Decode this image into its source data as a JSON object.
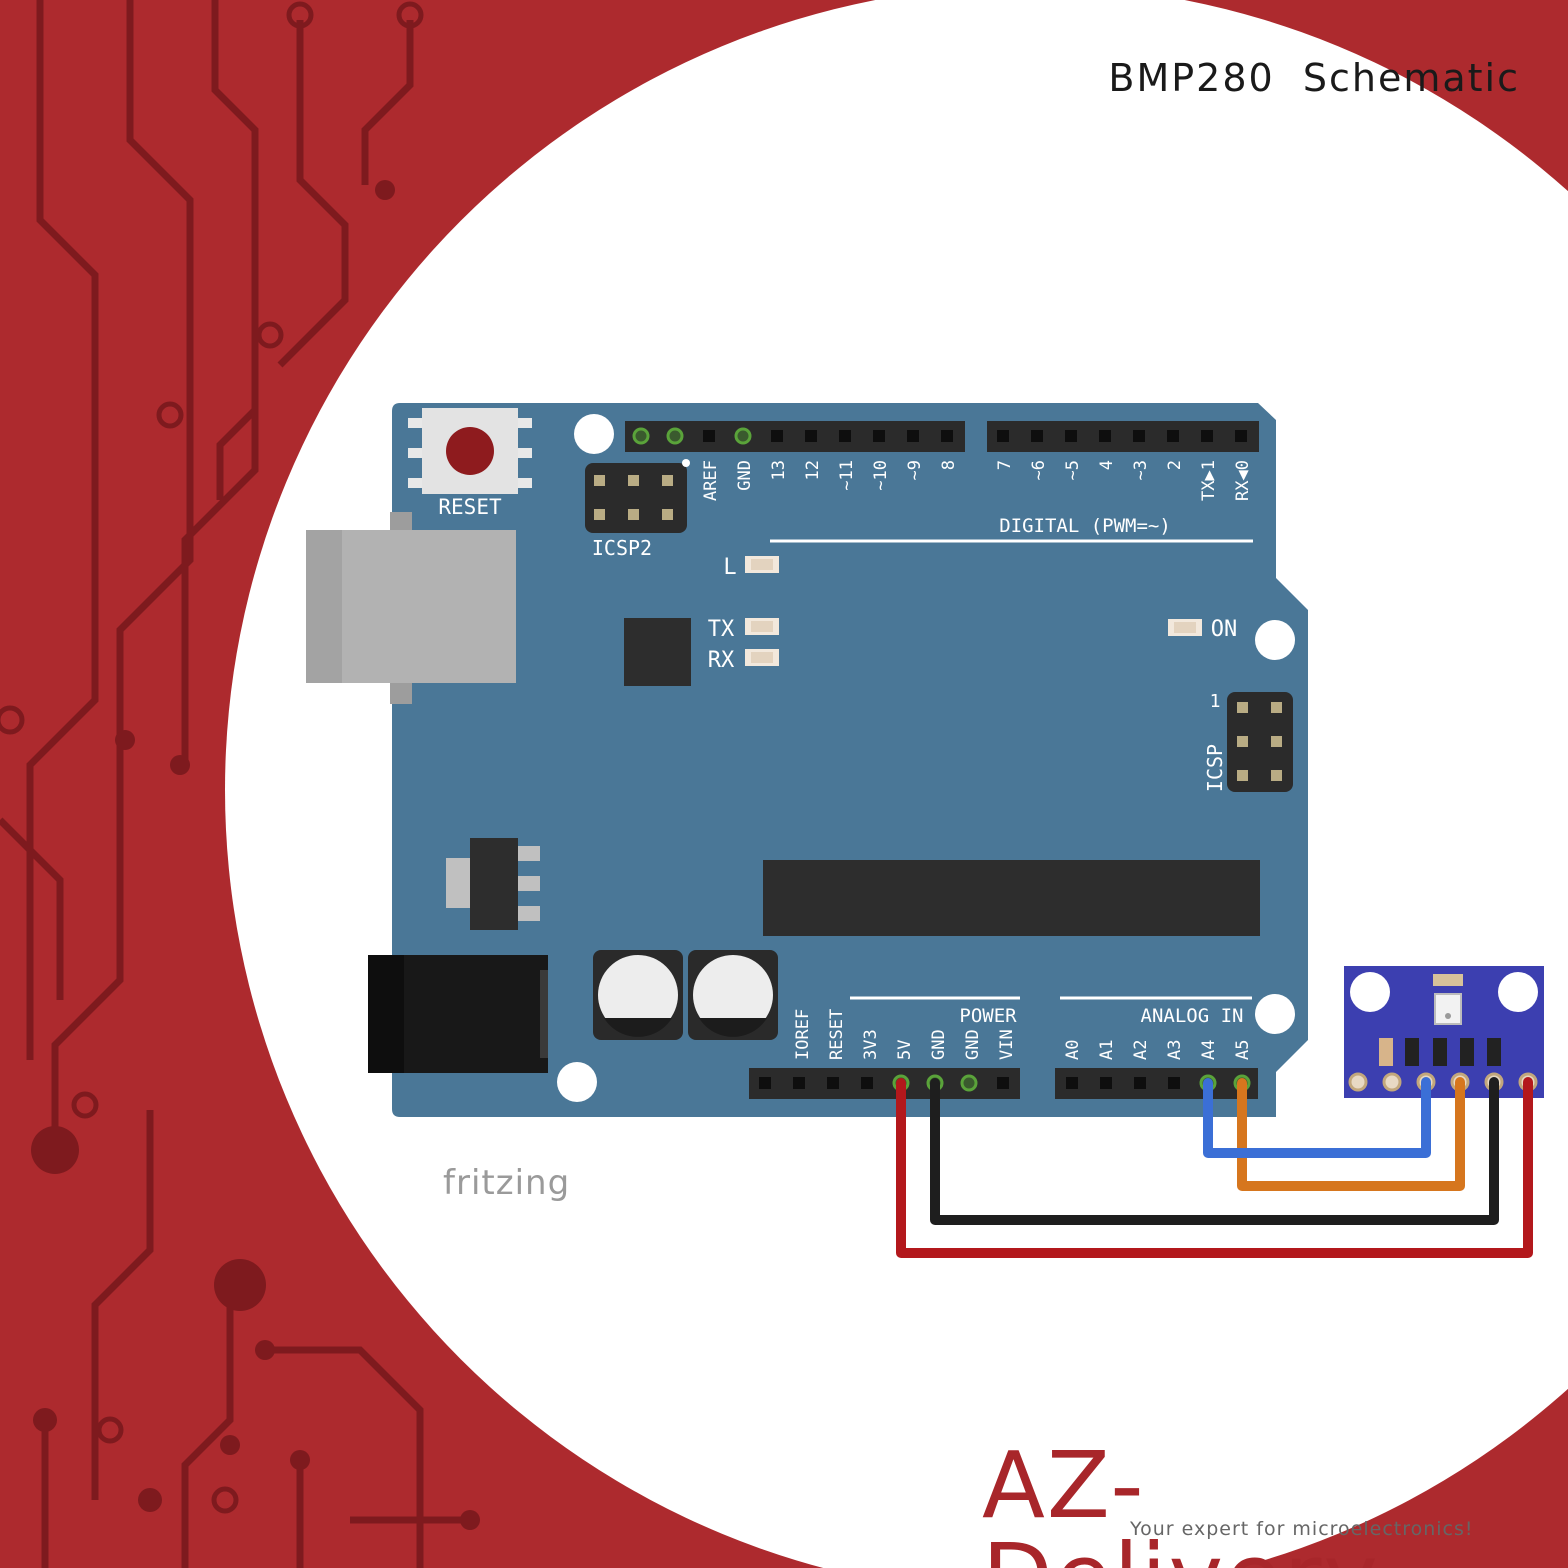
{
  "title": "BMP280  Schematic",
  "brand": {
    "name": "AZ-Delivery",
    "tagline": "Your expert for microelectronics!",
    "color": "#a8262a"
  },
  "watermark": "fritzing",
  "board": {
    "reset_label": "RESET",
    "icsp2_label": "ICSP2",
    "icsp_label": "ICSP",
    "icsp_pin1": "1",
    "led_labels": {
      "l": "L",
      "tx": "TX",
      "rx": "RX",
      "on": "ON"
    },
    "digital_header_label": "DIGITAL (PWM=~)",
    "digital_pins_left": [
      "AREF",
      "GND",
      "13",
      "12",
      "~11",
      "~10",
      "~9",
      "8"
    ],
    "digital_pins_right": [
      "7",
      "~6",
      "~5",
      "4",
      "~3",
      "2",
      "TX▶1",
      "RX◀0"
    ],
    "power_header_label": "POWER",
    "power_pins": [
      "IOREF",
      "RESET",
      "3V3",
      "5V",
      "GND",
      "GND",
      "VIN"
    ],
    "analog_header_label": "ANALOG IN",
    "analog_pins": [
      "A0",
      "A1",
      "A2",
      "A3",
      "A4",
      "A5"
    ],
    "color": "#4a7797"
  },
  "sensor": {
    "color": "#3c3fb0"
  },
  "wires": {
    "colors": {
      "red": "#b3181c",
      "black": "#1e1e1e",
      "blue": "#3b6fd6",
      "orange": "#d6761e"
    }
  }
}
